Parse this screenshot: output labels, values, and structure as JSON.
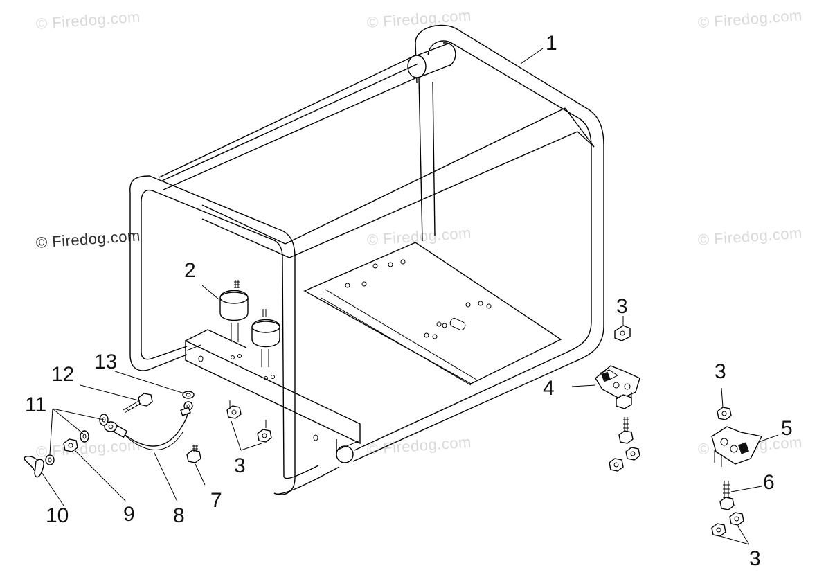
{
  "watermark": {
    "text": "© Firedog.com"
  },
  "callouts": {
    "c1": "1",
    "c2": "2",
    "c3a": "3",
    "c3b": "3",
    "c3c": "3",
    "c3d": "3",
    "c4": "4",
    "c5": "5",
    "c6": "6",
    "c7": "7",
    "c8": "8",
    "c9": "9",
    "c10": "10",
    "c11": "11",
    "c12": "12",
    "c13": "13"
  },
  "colors": {
    "line": "#000000",
    "watermark_light": "#d9d9d9",
    "watermark_dark": "#2e2e2e",
    "background": "#ffffff"
  }
}
